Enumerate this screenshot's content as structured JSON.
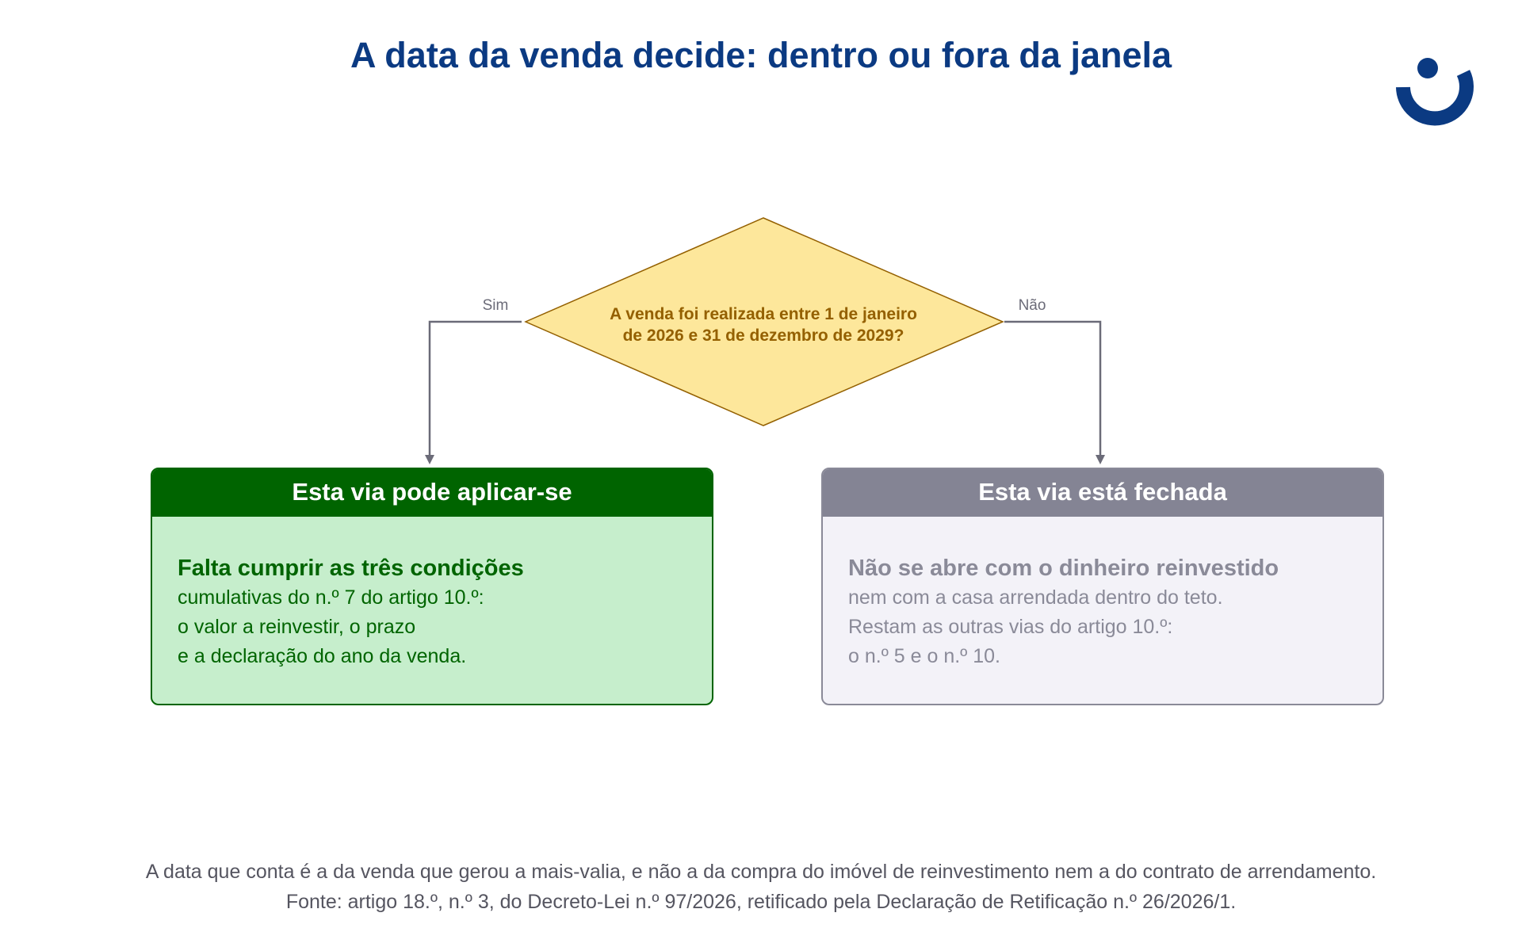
{
  "title": "A data da venda decide: dentro ou fora da janela",
  "logo": {
    "icon": "brand-logo-icon",
    "color": "#0b3a82"
  },
  "decision": {
    "line1": "A venda foi realizada entre 1 de janeiro",
    "line2": "de 2026 e 31 de dezembro de 2029?",
    "fill": "#fde79b",
    "stroke": "#946000"
  },
  "branches": {
    "yes_label": "Sim",
    "no_label": "Não"
  },
  "left_box": {
    "header": "Esta via pode aplicar-se",
    "lead": "Falta cumprir as três condições",
    "lines": [
      "cumulativas do n.º 7 do artigo 10.º:",
      "o valor a reinvestir, o prazo",
      "e a declaração do ano da venda."
    ],
    "accent": "#006400",
    "background": "#c6eecc"
  },
  "right_box": {
    "header": "Esta via está fechada",
    "lead": "Não se abre com o dinheiro reinvestido",
    "lines": [
      "nem com a casa arrendada dentro do teto.",
      "Restam as outras vias do artigo 10.º:",
      "o n.º 5 e o n.º 10."
    ],
    "accent": "#848494",
    "background": "#f3f2f8"
  },
  "footer": {
    "note": "A data que conta é a da venda que gerou a mais-valia, e não a da compra do imóvel de reinvestimento nem a do contrato de arrendamento.",
    "source": "Fonte: artigo 18.º, n.º 3, do Decreto-Lei n.º 97/2026, retificado pela Declaração de Retificação n.º 26/2026/1."
  }
}
